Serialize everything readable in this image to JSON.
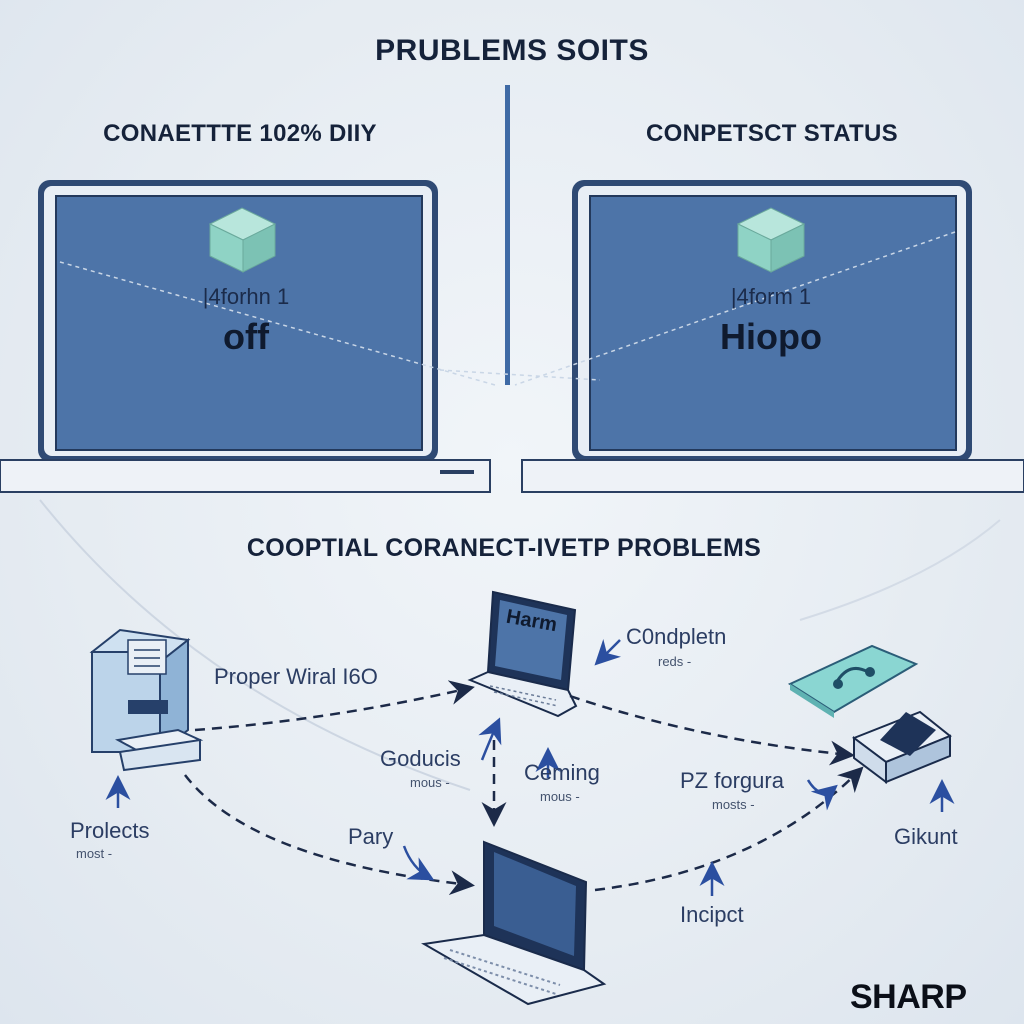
{
  "title": "PRUBLEMS SOITS",
  "left_panel": {
    "heading": "CONAETTTE 102% DIIY",
    "screen_line1": "|4forhn 1",
    "screen_line2": "off"
  },
  "right_panel": {
    "heading": "CONPETSCT STATUS",
    "screen_line1": "|4form 1",
    "screen_line2": "Hiopo"
  },
  "section_title": "COOPTIAL CORANECT-IVETP PROBLEMS",
  "center_laptop_screen_text": "Harm",
  "labels": {
    "proper": "Proper Wiral ",
    "proper_suffix": "I6O",
    "condpletn": "C0ndpletn",
    "condpletn_sub": "reds -",
    "goducis": "Goducis",
    "goducis_sub": "mous -",
    "ceming": "Ceming",
    "ceming_sub": "mous -",
    "pz": "PZ forgura",
    "pz_sub": "mosts -",
    "prolects": "Prolects",
    "prolects_sub": "most -",
    "pary": "Pary",
    "incipct": "Incipct",
    "gikunt": "Gikunt"
  },
  "brand": "SHARP",
  "colors": {
    "screen_blue": "#4d74a8",
    "frame_navy": "#2c4670",
    "cube_teal": "#8fd3c5",
    "accent_blue": "#4a78b5",
    "background": "#e6ecf2"
  }
}
